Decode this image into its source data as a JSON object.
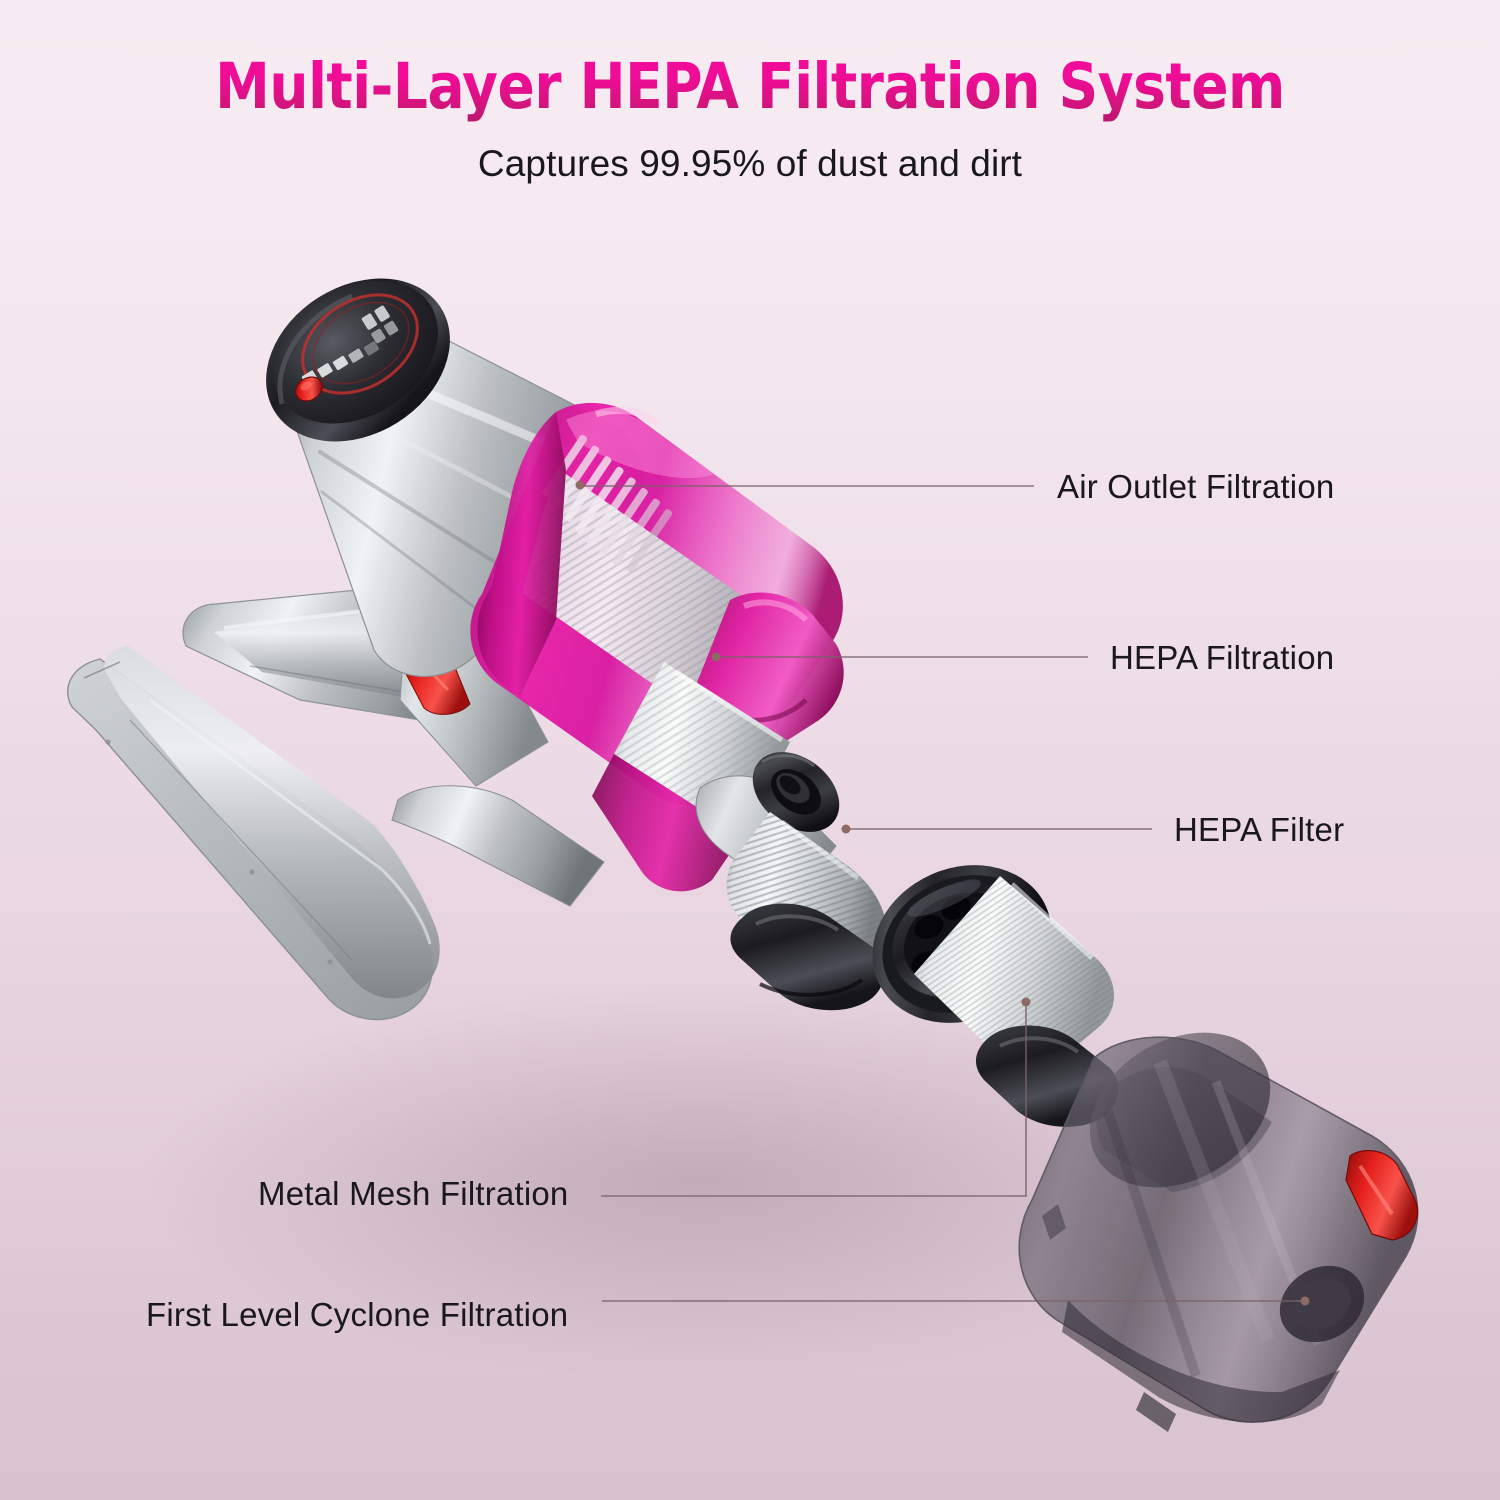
{
  "page": {
    "background_top_color": "#f7ecf1",
    "background_bottom_color": "#d9c2cf"
  },
  "header": {
    "title": "Multi-Layer HEPA Filtration System",
    "title_color": "#ef0c97",
    "subtitle": "Captures 99.95% of dust and dirt",
    "subtitle_color": "#19191b"
  },
  "callouts": [
    {
      "id": "air-outlet-filtration",
      "label": "Air Outlet Filtration"
    },
    {
      "id": "hepa-filtration",
      "label": "HEPA Filtration"
    },
    {
      "id": "hepa-filter",
      "label": "HEPA Filter"
    },
    {
      "id": "metal-mesh-filtration",
      "label": "Metal Mesh Filtration"
    },
    {
      "id": "first-level-cyclone",
      "label": "First Level Cyclone Filtration"
    }
  ],
  "product": {
    "name": "cordless-stick-vacuum-exploded-view",
    "body_color": "#b9bcbe",
    "accent_color": "#cf1493",
    "trigger_color": "#e0201b",
    "dustbin_color": "#55505a",
    "display_button_color": "#e02020"
  }
}
